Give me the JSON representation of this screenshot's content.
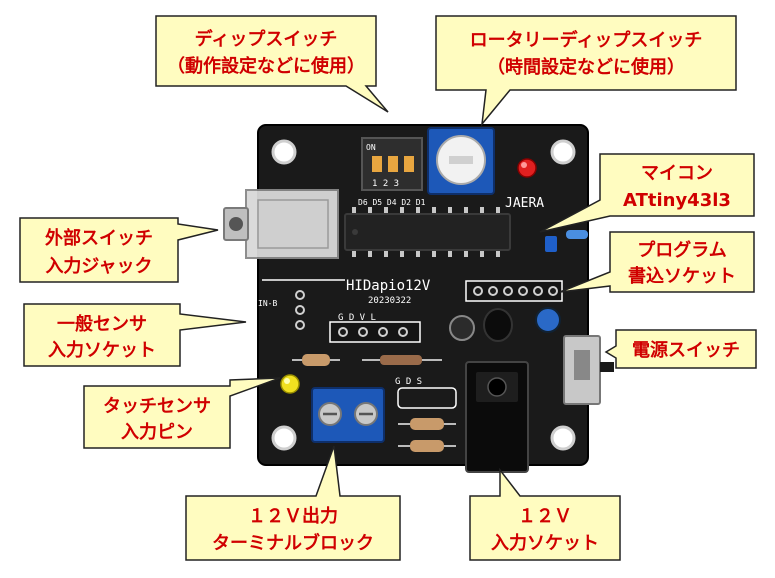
{
  "colors": {
    "callout_fill": "#fffcc0",
    "callout_border": "#222222",
    "callout_text": "#d00000",
    "pcb": "#1a1a1a",
    "silkscreen": "#ffffff"
  },
  "board": {
    "brand": "JAERA",
    "model": "HIDapio12V",
    "date": "20230322",
    "dip_marks": {
      "on": "ON",
      "numbers": "1 2 3"
    },
    "pin_labels_row": "D6  D5  D4      D2    D1",
    "sensor_header_labels": "G  D  V  L",
    "in_label": "IN-B",
    "mosfet_labels": "G  D  S"
  },
  "callouts": {
    "dip": {
      "line1": "ディップスイッチ",
      "line2": "（動作設定などに使用）"
    },
    "rotary": {
      "line1": "ロータリーディップスイッチ",
      "line2": "（時間設定などに使用）"
    },
    "mcu": {
      "line1": "マイコン",
      "line2": "ATtiny43l3"
    },
    "ext_switch": {
      "line1": "外部スイッチ",
      "line2": "入力ジャック"
    },
    "prog_socket": {
      "line1": "プログラム",
      "line2": "書込ソケット"
    },
    "sensor": {
      "line1": "一般センサ",
      "line2": "入力ソケット"
    },
    "power_switch": {
      "line1": "電源スイッチ"
    },
    "touch": {
      "line1": "タッチセンサ",
      "line2": "入力ピン"
    },
    "out12v": {
      "line1": "１２Ｖ出力",
      "line2": "ターミナルブロック"
    },
    "in12v": {
      "line1": "１２Ｖ",
      "line2": "入力ソケット"
    }
  }
}
